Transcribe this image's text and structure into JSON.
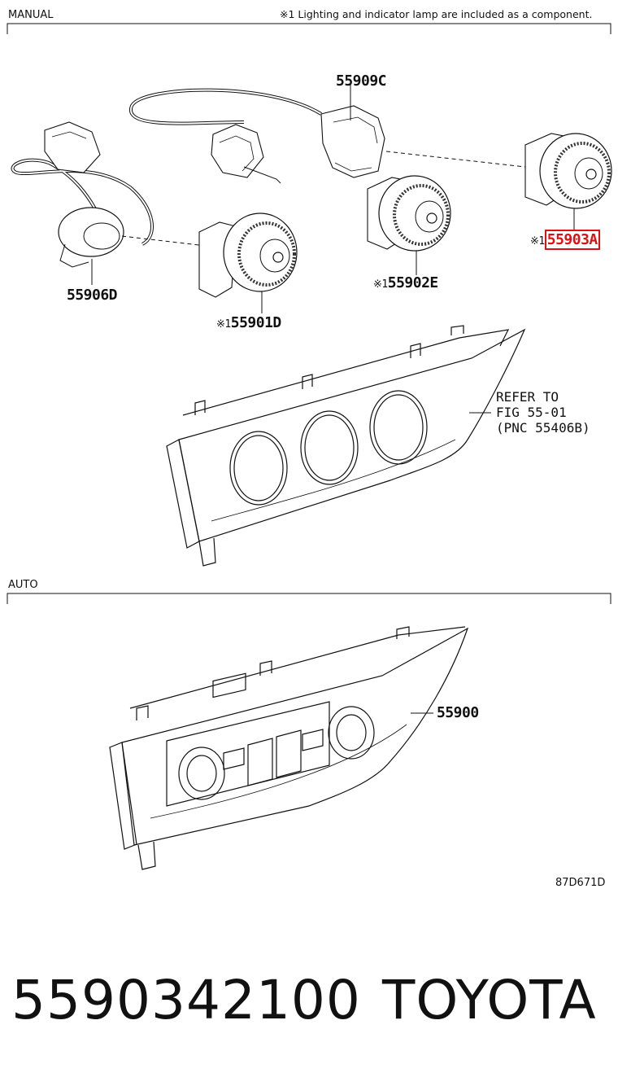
{
  "sections": {
    "manual": {
      "label": "MANUAL"
    },
    "auto": {
      "label": "AUTO"
    }
  },
  "note": "※1 Lighting and indicator lamp are included as a component.",
  "parts": {
    "p55909C": "55909C",
    "p55906D": "55906D",
    "p55901D": "55901D",
    "p55902E": "55902E",
    "p55903A": "55903A",
    "p55900": "55900"
  },
  "markers": {
    "m55901D": "※1",
    "m55902E": "※1",
    "m55903A": "※1"
  },
  "refer": {
    "line1": "REFER TO",
    "line2": "FIG 55-01",
    "line3": "(PNC 55406B)"
  },
  "diagram_id": "87D671D",
  "footer": {
    "part_number": "5590342100",
    "brand": "TOYOTA"
  },
  "colors": {
    "highlight": "#d11111",
    "line": "#111111"
  }
}
